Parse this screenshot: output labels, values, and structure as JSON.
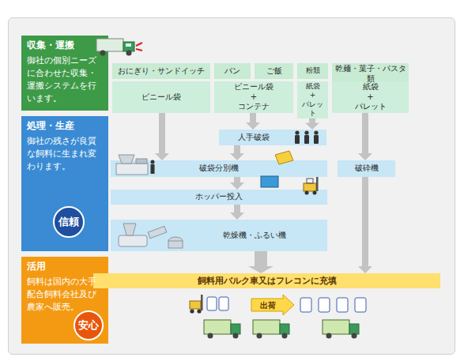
{
  "diagram": {
    "nodes": [
      {
        "text": [
          "収集・運搬",
          "御社の個別ニーズに合わせた収集・運搬システムを行います。"
        ]
      },
      {
        "text": [
          "処理・生産",
          "御社の残さが良質な飼料に生まれ変わります。"
        ]
      },
      {
        "text": [
          "信頼"
        ],
        "in": 1
      },
      {
        "text": [
          "活用",
          "飼料は国内の大手配合飼料会社及び農家へ販売。"
        ]
      },
      {
        "text": [
          "安心"
        ],
        "in": 3
      },
      {
        "text": [
          "おにぎり・サンドイッチ"
        ]
      },
      {
        "text": [
          "パン"
        ]
      },
      {
        "text": [
          "ご飯"
        ]
      },
      {
        "text": [
          "粉類"
        ]
      },
      {
        "text": [
          "乾麺・菓子・パスタ類"
        ]
      },
      {
        "text": [
          "ビニール袋"
        ]
      },
      {
        "text": [
          "ビニール袋 + コンテナ"
        ]
      },
      {
        "text": [
          "紙袋 + パレット"
        ]
      },
      {
        "text": [
          "紙袋 + パレット"
        ]
      },
      {
        "text": [
          "人手破袋"
        ]
      },
      {
        "text": [
          "破袋分別機"
        ]
      },
      {
        "text": [
          "破砕機"
        ]
      },
      {
        "text": [
          "ホッパー投入"
        ]
      },
      {
        "text": [
          "乾燥機・ふるい機"
        ]
      },
      {
        "text": [
          "飼料用バルク車又はフレコンに充填"
        ]
      }
    ],
    "edges": [
      {
        "from": 10,
        "to": 15,
        "arrow": "to"
      },
      {
        "from": 11,
        "to": 14,
        "arrow": "to"
      },
      {
        "from": 12,
        "to": 14,
        "arrow": "to"
      },
      {
        "from": 14,
        "to": 15,
        "arrow": "to"
      },
      {
        "from": 13,
        "to": 16,
        "arrow": "to"
      },
      {
        "from": 15,
        "to": 17,
        "arrow": "to"
      },
      {
        "from": 17,
        "to": 18,
        "arrow": "to"
      },
      {
        "from": 18,
        "to": 19,
        "arrow": "to"
      },
      {
        "from": 16,
        "to": 19,
        "arrow": "to"
      }
    ],
    "labels": [
      "出荷"
    ]
  }
}
